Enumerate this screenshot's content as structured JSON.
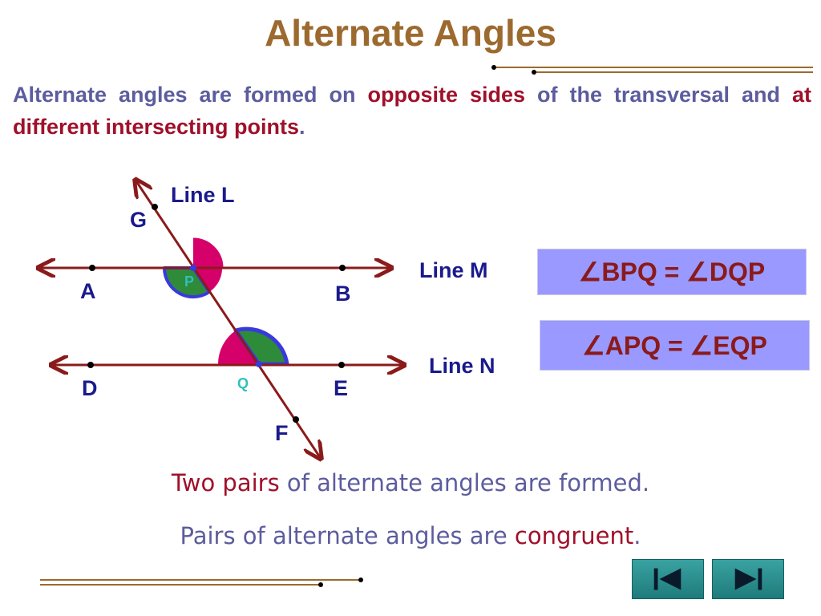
{
  "title": "Alternate Angles",
  "intro": {
    "t1": "Alternate angles are formed on ",
    "h1": "opposite sides",
    "t2": " of the transversal and ",
    "h2": "at different intersecting points",
    "t3": "."
  },
  "diagram": {
    "line_l": "Line L",
    "line_m": "Line M",
    "line_n": "Line N",
    "points": {
      "g": "G",
      "a": "A",
      "b": "B",
      "p": "P",
      "d": "D",
      "e": "E",
      "q": "Q",
      "f": "F"
    }
  },
  "equations": [
    "∠BPQ = ∠DQP",
    "∠APQ = ∠EQP"
  ],
  "footer": {
    "line1_hl": "Two pairs",
    "line1_rest": " of alternate angles are formed.",
    "line2_pre": "Pairs of alternate angles are ",
    "line2_hl": "congruent",
    "line2_end": "."
  },
  "nav": {
    "prev_icon": "skip-back-icon",
    "next_icon": "skip-forward-icon"
  },
  "colors": {
    "title": "#9c6a2f",
    "text": "#5c5c9e",
    "highlight": "#a0102a",
    "label": "#1a1a8c",
    "line": "#8b1a1a",
    "angle_pink": "#d6006a",
    "angle_green": "#2e8b3a",
    "angle_border": "#3a3adb",
    "box_fill": "#9999ff",
    "nav": "#2a8f8f"
  }
}
